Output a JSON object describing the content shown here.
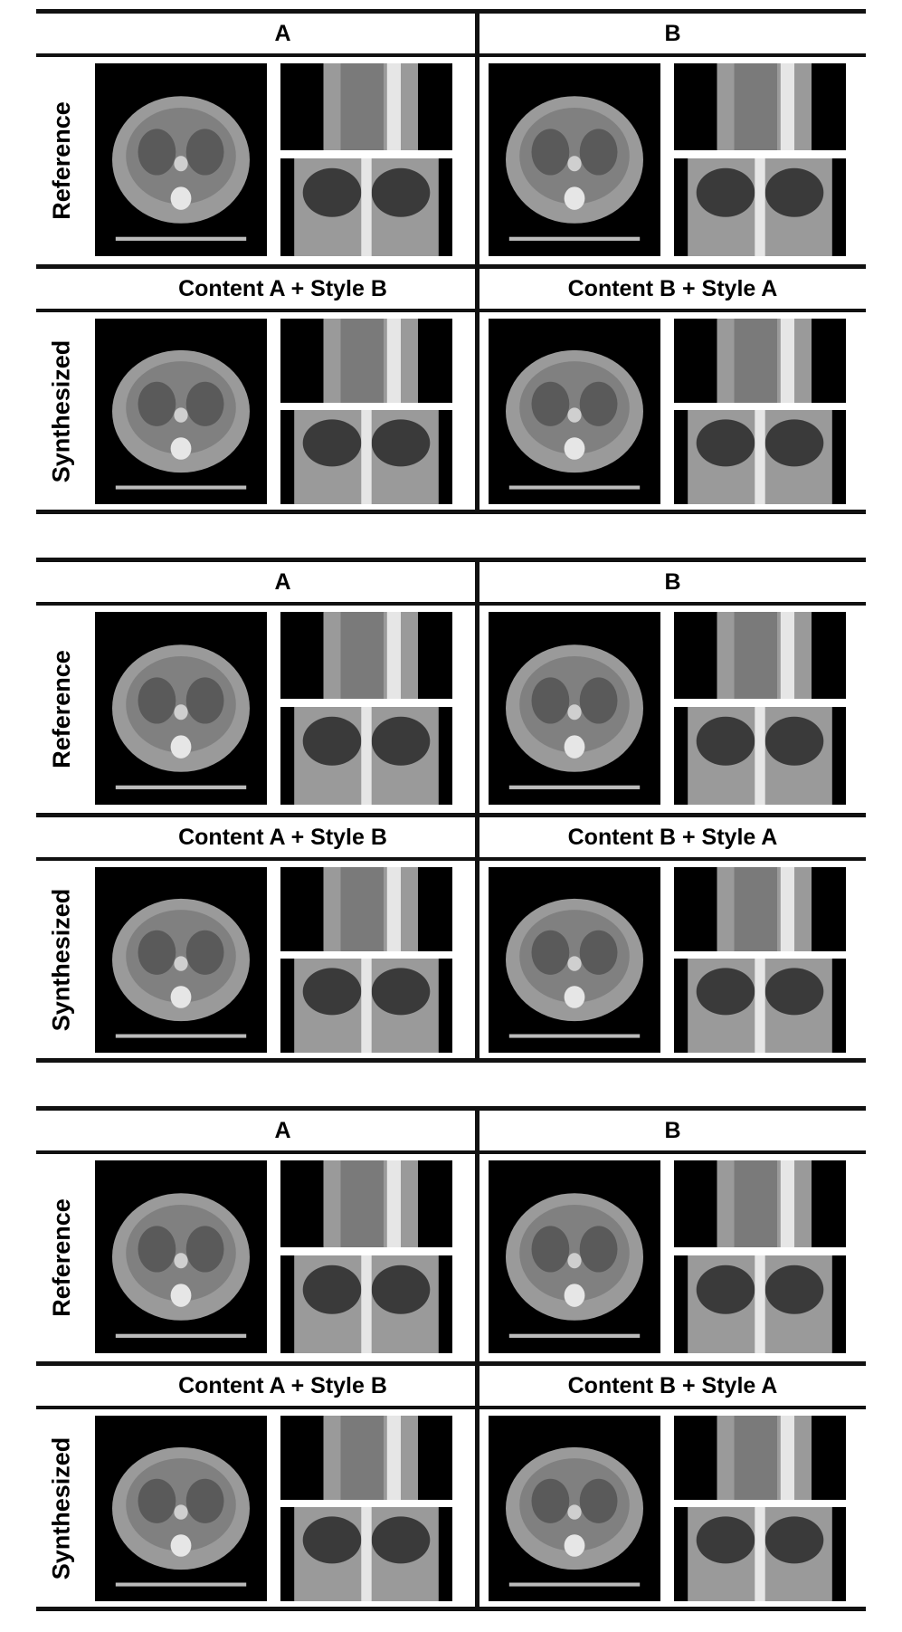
{
  "blocks": [
    {
      "header_left": "A",
      "header_right": "B",
      "row1_label": "Reference",
      "subheader_left": "Content A + Style B",
      "subheader_right": "Content B + Style A",
      "row2_label": "Synthesized"
    },
    {
      "header_left": "A",
      "header_right": "B",
      "row1_label": "Reference",
      "subheader_left": "Content A + Style B",
      "subheader_right": "Content B + Style A",
      "row2_label": "Synthesized"
    },
    {
      "header_left": "A",
      "header_right": "B",
      "row1_label": "Reference",
      "subheader_left": "Content A + Style B",
      "subheader_right": "Content B + Style A",
      "row2_label": "Synthesized"
    }
  ],
  "colors": {
    "rule": "#111111",
    "scan_background": "#000000",
    "tissue": "#9a9a9a",
    "bone": "#e6e6e6"
  }
}
